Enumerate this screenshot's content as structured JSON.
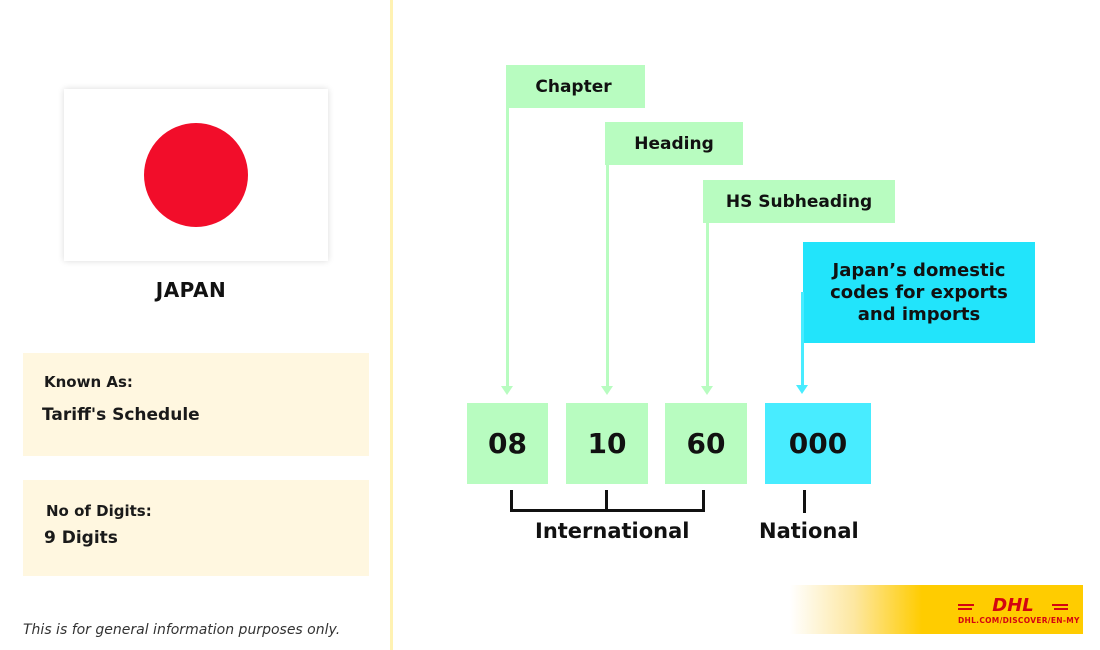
{
  "country": {
    "name": "JAPAN",
    "flag_icon": "japan-flag-icon",
    "flag_colors": {
      "field": "#ffffff",
      "disc": "#f20d2a"
    }
  },
  "info_cards": [
    {
      "label": "Known As:",
      "value": "Tariff's Schedule"
    },
    {
      "label": "No of Digits:",
      "value": "9 Digits"
    }
  ],
  "disclaimer": "This is for general information purposes only.",
  "diagram": {
    "labels": {
      "chapter": "Chapter",
      "heading": "Heading",
      "subheading": "HS Subheading",
      "national": "Japan’s domestic codes for exports and imports"
    },
    "codes": [
      {
        "value": "08",
        "segment": "Chapter",
        "scope": "International"
      },
      {
        "value": "10",
        "segment": "Heading",
        "scope": "International"
      },
      {
        "value": "60",
        "segment": "HS Subheading",
        "scope": "International"
      },
      {
        "value": "000",
        "segment": "National",
        "scope": "National"
      }
    ],
    "groups": {
      "international": "International",
      "national": "National"
    },
    "colors": {
      "international": "#b8fcc0",
      "national": "#48ecff",
      "national_label_bg": "#22e4fb"
    }
  },
  "branding": {
    "logo_text": "DHL",
    "url": "DHL.COM/DISCOVER/EN-MY",
    "logo_color": "#d40511",
    "banner_color": "#ffcc00"
  }
}
